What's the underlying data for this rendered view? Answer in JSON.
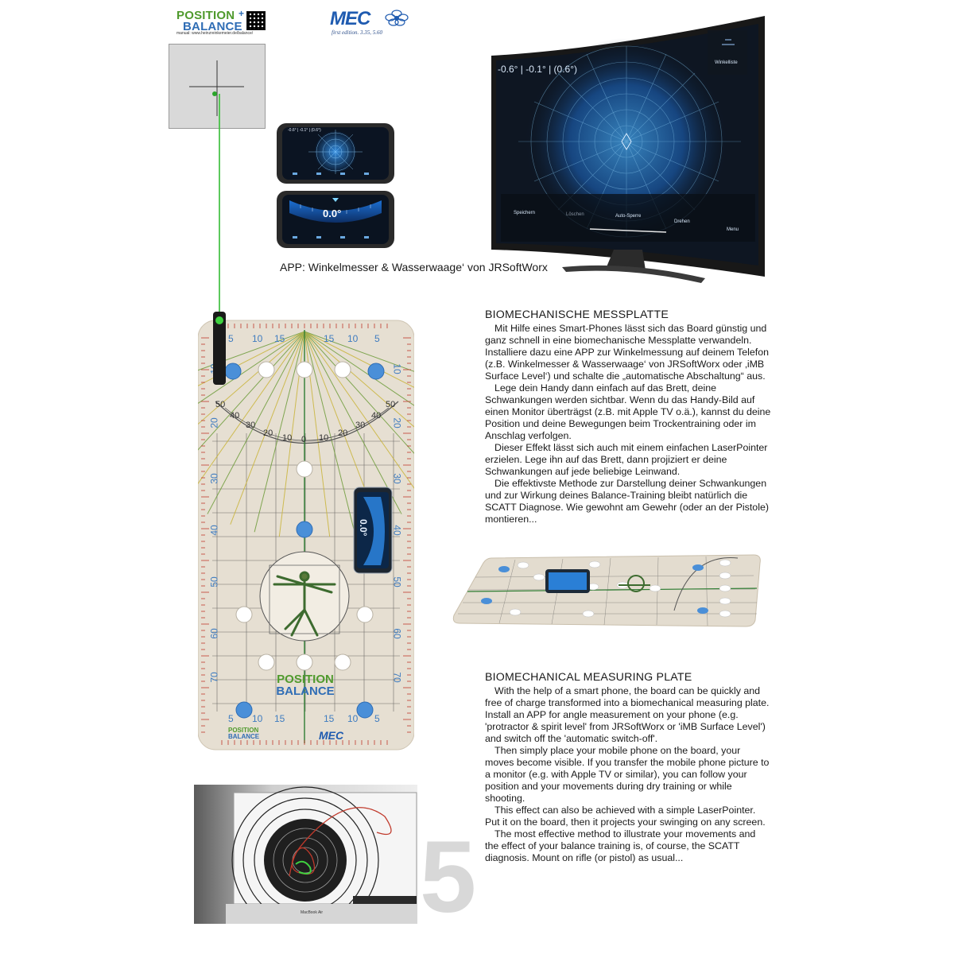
{
  "logos": {
    "position_balance": {
      "line1": "POSITION",
      "line2": "BALANCE",
      "plus": "+",
      "url": "manual: www.heinzreinkemeier.de/balance/"
    },
    "mec": {
      "name": "MEC",
      "tagline": "first edition. 3.35, 5.60"
    }
  },
  "phones": {
    "top_readout": "-0.6° | -0.1° | (0.6°)",
    "level_value": "0.0°"
  },
  "tv": {
    "readout": "-0.6° | -0.1° | (0.6°)",
    "top_button": "Winkelliste",
    "buttons": [
      "Speichern",
      "Löschen",
      "Auto-Sperre",
      "Drehen",
      "Menu"
    ]
  },
  "app_caption": "APP: Winkelmesser & Wasserwaage‘ von JRSoftWorx",
  "board": {
    "brand_line1": "POSITION",
    "brand_line2": "BALANCE",
    "scale_top": [
      "5",
      "10",
      "15",
      "15",
      "10",
      "5"
    ],
    "scale_bottom": [
      "5",
      "10",
      "15",
      "15",
      "10",
      "5"
    ],
    "scale_left": [
      "10",
      "20",
      "30",
      "40",
      "50",
      "60",
      "70"
    ],
    "scale_right": [
      "10",
      "20",
      "30",
      "40",
      "50",
      "60",
      "70"
    ],
    "protractor": [
      "50",
      "40",
      "30",
      "20",
      "10",
      "0",
      "10",
      "20",
      "30",
      "40",
      "50"
    ],
    "phone_value": "0.0°"
  },
  "german": {
    "title": "BIOMECHANISCHE MESSPLATTE",
    "paragraphs": [
      "Mit Hilfe eines Smart-Phones lässt sich das Board günstig und ganz schnell in eine biomechanische Messplatte verwandeln. Installiere dazu eine APP zur Winkelmessung auf deinem Telefon (z.B. Winkelmesser & Wasserwaage‘ von JRSoftWorx oder ‚iMB Surface Level‘) und schalte die „automatische Abschaltung“ aus.",
      "Lege dein Handy dann einfach auf das Brett, deine Schwankungen werden sichtbar. Wenn du das Handy-Bild auf einen Monitor überträgst (z.B. mit Apple TV o.ä.), kannst du deine Position und deine Bewegungen beim Trockentraining oder im Anschlag verfolgen.",
      "Dieser Effekt lässt sich auch mit einem einfachen LaserPointer erzielen. Lege ihn auf das Brett, dann projiziert er deine Schwankungen auf jede beliebige Leinwand.",
      "Die effektivste Methode zur Darstellung deiner Schwankungen und zur Wirkung deines Balance-Training bleibt natürlich die SCATT Diagnose. Wie gewohnt am Gewehr (oder an der Pistole) montieren..."
    ]
  },
  "english": {
    "title": "BIOMECHANICAL MEASURING PLATE",
    "paragraphs": [
      "With the help of a smart phone, the board can be quickly and free of charge transformed into a biomechanical measuring plate. Install an APP for angle measurement on your phone (e.g. 'protractor & spirit level' from JRSoftWorx or 'iMB Surface Level') and switch off the 'automatic switch-off'.",
      "Then simply place your mobile phone on the board, your moves become visible. If you transfer the mobile phone picture to a monitor (e.g. with Apple TV or similar), you can follow your position and your movements during dry training or while shooting.",
      "This effect can also be achieved with a simple LaserPointer. Put it on the board, then it projects your swinging on any screen.",
      "The most effective method to illustrate your movements and the effect of your balance training is, of course, the SCATT diagnosis. Mount on rifle (or pistol) as usual..."
    ]
  },
  "laptop": {
    "label": "MacBook Air"
  },
  "page_number": "5",
  "colors": {
    "board": "#e6dfd2",
    "green": "#3a8a3a",
    "blue": "#2f6db5",
    "red": "#c0392b",
    "scale_blue": "#3f7cc0"
  }
}
